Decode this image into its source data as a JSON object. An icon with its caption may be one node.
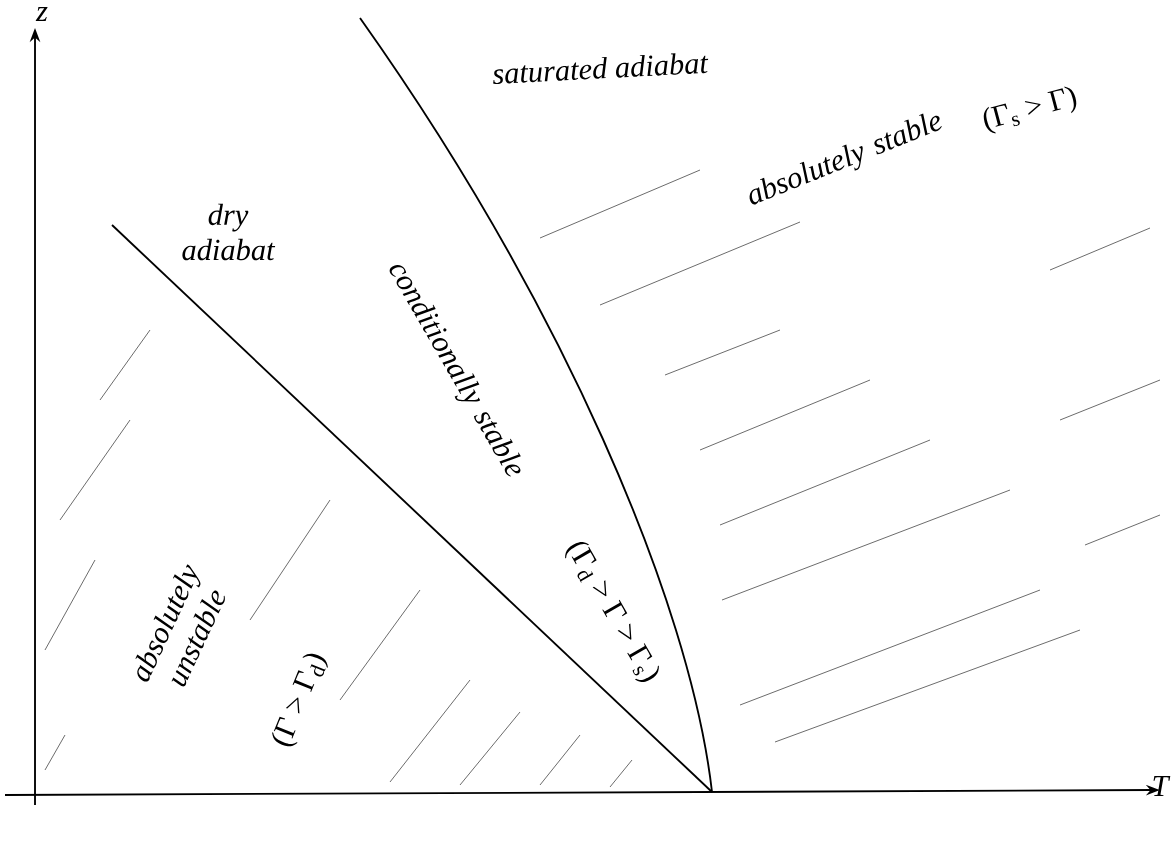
{
  "diagram": {
    "labels": [
      "z",
      "T",
      "saturated adiabat",
      "dry adiabat",
      "conditionally stable",
      "(Γ$_{d}$ > Γ > Γ$_{s}$)",
      "absolutely stable",
      "(Γ$_{s}$ > Γ)",
      "absolutely unstable",
      "(Γ > Γ$_{d}$)"
    ]
  }
}
